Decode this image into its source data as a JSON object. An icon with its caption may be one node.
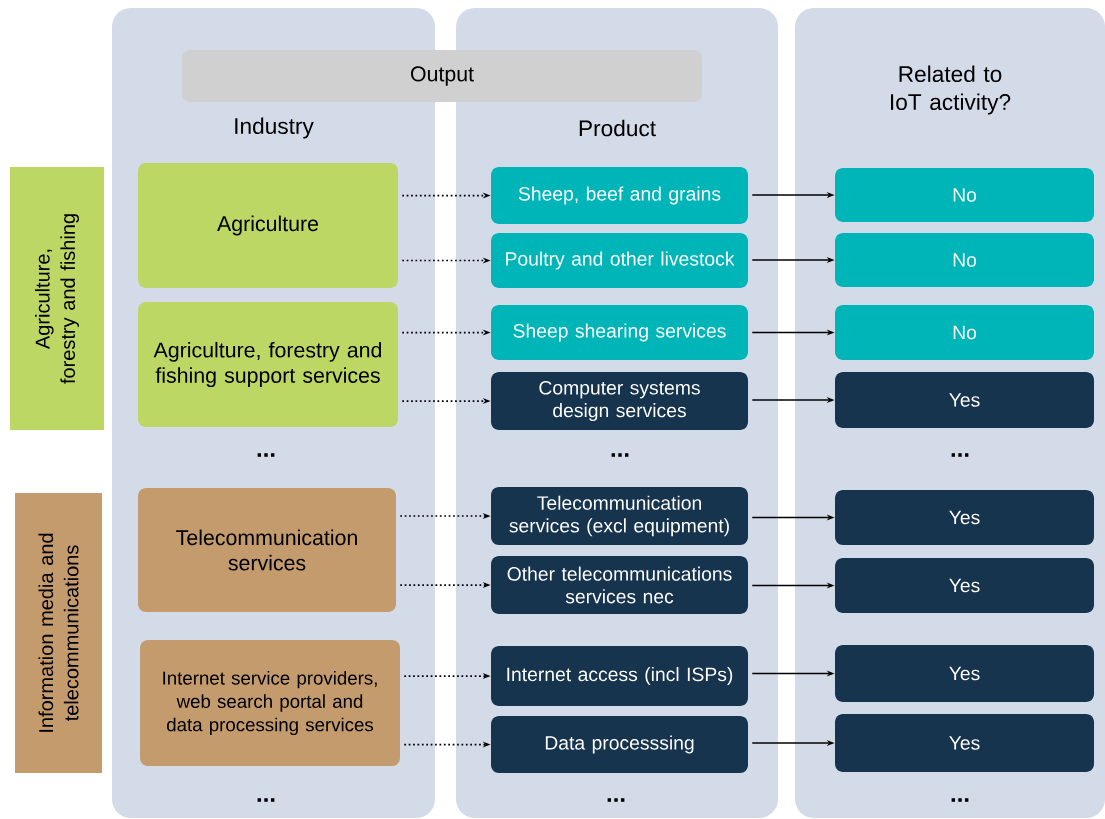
{
  "diagram": {
    "nodes": [
      {
        "text": [
          "Industry"
        ]
      },
      {
        "text": [
          "Product"
        ]
      },
      {
        "text": [
          "Related to IoT activity?"
        ]
      },
      {
        "text": [
          "Output"
        ]
      },
      {
        "text": [
          "Agriculture, forestry and fishing"
        ]
      },
      {
        "text": [
          "Information media and telecommunications"
        ]
      },
      {
        "text": [
          "Agriculture"
        ],
        "in": 0
      },
      {
        "text": [
          "Agriculture, forestry and fishing support services"
        ],
        "in": 0
      },
      {
        "text": [
          "Telecommunication services"
        ],
        "in": 0
      },
      {
        "text": [
          "Internet service providers, web search portal and data processing services"
        ],
        "in": 0
      },
      {
        "text": [
          "Sheep, beef and grains"
        ],
        "in": 1
      },
      {
        "text": [
          "Poultry and other livestock"
        ],
        "in": 1
      },
      {
        "text": [
          "Sheep shearing services"
        ],
        "in": 1
      },
      {
        "text": [
          "Computer systems design services"
        ],
        "in": 1
      },
      {
        "text": [
          "Telecommunication services (excl equipment)"
        ],
        "in": 1
      },
      {
        "text": [
          "Other telecommunications services nec"
        ],
        "in": 1
      },
      {
        "text": [
          "Internet access (incl ISPs)"
        ],
        "in": 1
      },
      {
        "text": [
          "Data processsing"
        ],
        "in": 1
      },
      {
        "text": [
          "No"
        ],
        "in": 2
      },
      {
        "text": [
          "No"
        ],
        "in": 2
      },
      {
        "text": [
          "No"
        ],
        "in": 2
      },
      {
        "text": [
          "Yes"
        ],
        "in": 2
      },
      {
        "text": [
          "Yes"
        ],
        "in": 2
      },
      {
        "text": [
          "Yes"
        ],
        "in": 2
      },
      {
        "text": [
          "Yes"
        ],
        "in": 2
      },
      {
        "text": [
          "Yes"
        ],
        "in": 2
      }
    ],
    "edges": [
      {
        "from": 6,
        "to": 10,
        "arrow": "to",
        "style": "dashed"
      },
      {
        "from": 6,
        "to": 11,
        "arrow": "to",
        "style": "dashed"
      },
      {
        "from": 7,
        "to": 12,
        "arrow": "to",
        "style": "dashed"
      },
      {
        "from": 7,
        "to": 13,
        "arrow": "to",
        "style": "dashed"
      },
      {
        "from": 8,
        "to": 14,
        "arrow": "to",
        "style": "dashed"
      },
      {
        "from": 8,
        "to": 15,
        "arrow": "to",
        "style": "dashed"
      },
      {
        "from": 9,
        "to": 16,
        "arrow": "to",
        "style": "dashed"
      },
      {
        "from": 9,
        "to": 17,
        "arrow": "to",
        "style": "dashed"
      },
      {
        "from": 10,
        "to": 18,
        "arrow": "to"
      },
      {
        "from": 11,
        "to": 19,
        "arrow": "to"
      },
      {
        "from": 12,
        "to": 20,
        "arrow": "to"
      },
      {
        "from": 13,
        "to": 21,
        "arrow": "to"
      },
      {
        "from": 14,
        "to": 22,
        "arrow": "to"
      },
      {
        "from": 15,
        "to": 23,
        "arrow": "to"
      },
      {
        "from": 16,
        "to": 24,
        "arrow": "to"
      },
      {
        "from": 17,
        "to": 25,
        "arrow": "to"
      }
    ],
    "labels": [
      "...",
      "...",
      "...",
      "...",
      "...",
      "..."
    ]
  }
}
